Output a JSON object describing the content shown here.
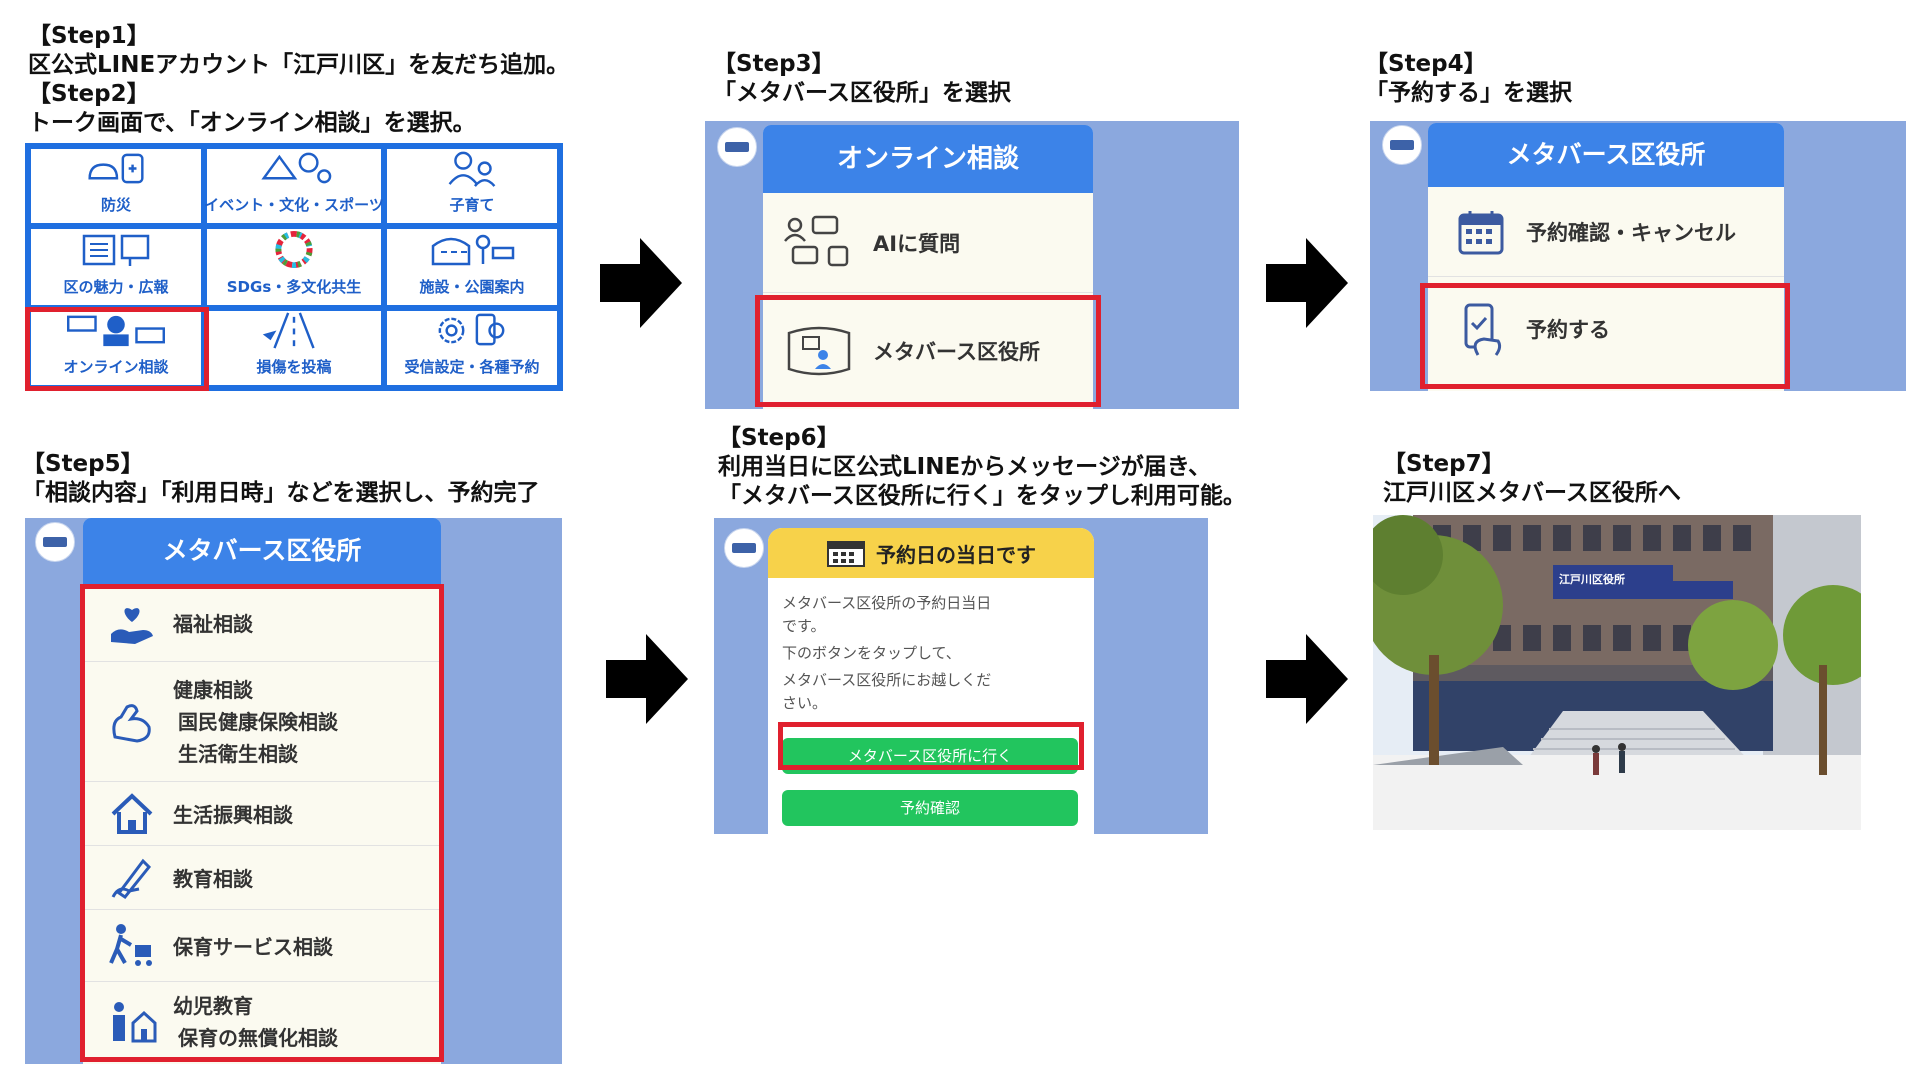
{
  "steps": {
    "step1": {
      "line1": "【Step1】",
      "line2": "区公式LINEアカウント「江戸川区」を友だち追加。"
    },
    "step2": {
      "line1": "【Step2】",
      "line2": "トーク画面で、「オンライン相談」を選択。",
      "menu": [
        "防災",
        "イベント・文化・スポーツ",
        "子育て",
        "区の魅力・広報",
        "SDGs・多文化共生",
        "施設・公園案内",
        "オンライン相談",
        "損傷を投稿",
        "受信設定・各種予約"
      ]
    },
    "step3": {
      "line1": "【Step3】",
      "line2": "「メタバース区役所」を選択",
      "header": "オンライン相談",
      "items": [
        "AIに質問",
        "メタバース区役所"
      ]
    },
    "step4": {
      "line1": "【Step4】",
      "line2": "「予約する」を選択",
      "header": "メタバース区役所",
      "items": [
        "予約確認・キャンセル",
        "予約する"
      ]
    },
    "step5": {
      "line1": "【Step5】",
      "line2": "「相談内容」「利用日時」などを選択し、予約完了",
      "header": "メタバース区役所",
      "items": {
        "welfare": "福祉相談",
        "health1": "健康相談",
        "health2": "国民健康保険相談",
        "health3": "生活衛生相談",
        "life": "生活振興相談",
        "edu": "教育相談",
        "childcare": "保育サービス相談",
        "infant1": "幼児教育",
        "infant2": "保育の無償化相談"
      }
    },
    "step6": {
      "line1": "【Step6】",
      "line2": "利用当日に区公式LINEからメッセージが届き、",
      "line3": "「メタバース区役所に行く」をタップし利用可能。",
      "header": "予約日の当日です",
      "body1": "メタバース区役所の予約日当日",
      "body2": "です。",
      "body3": "下のボタンをタップして、",
      "body4": "メタバース区役所にお越しくだ",
      "body5": "さい。",
      "btn_go": "メタバース区役所に行く",
      "btn_confirm": "予約確認"
    },
    "step7": {
      "line1": "【Step7】",
      "line2": "江戸川区メタバース区役所へ",
      "sign": "江戸川区役所"
    }
  },
  "colors": {
    "header_blue": "#3c83e8",
    "panel_bg": "#8ba8de",
    "highlight_red": "#e0202e",
    "line_green": "#22c55e",
    "banner_yellow": "#f7d24a"
  }
}
